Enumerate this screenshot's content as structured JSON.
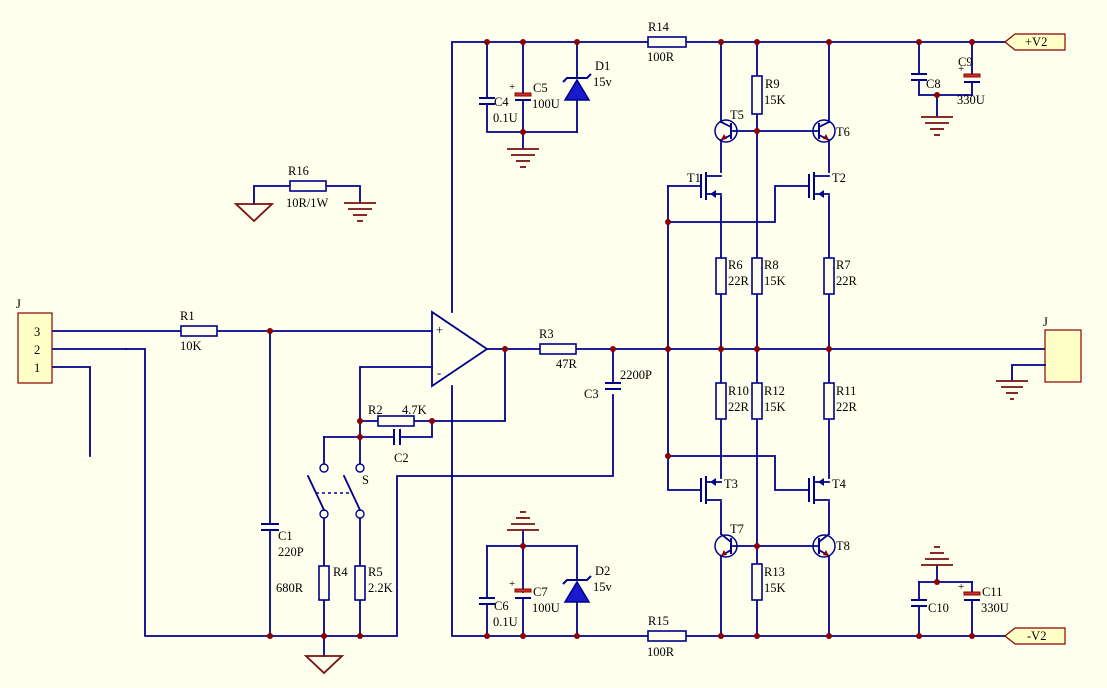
{
  "ports": {
    "vpos": "+V2",
    "vneg": "-V2"
  },
  "connectors": {
    "in": {
      "label": "J",
      "pins": [
        "3",
        "2",
        "1"
      ]
    },
    "out": {
      "label": "J"
    }
  },
  "components": {
    "R1": {
      "ref": "R1",
      "value": "10K"
    },
    "R2": {
      "ref": "R2",
      "value": "4.7K"
    },
    "R3": {
      "ref": "R3",
      "value": "47R"
    },
    "R4": {
      "ref": "R4",
      "value": "680R"
    },
    "R5": {
      "ref": "R5",
      "value": "2.2K"
    },
    "R6": {
      "ref": "R6",
      "value": "22R"
    },
    "R7": {
      "ref": "R7",
      "value": "22R"
    },
    "R8": {
      "ref": "R8",
      "value": "15K"
    },
    "R9": {
      "ref": "R9",
      "value": "15K"
    },
    "R10": {
      "ref": "R10",
      "value": "22R"
    },
    "R11": {
      "ref": "R11",
      "value": "22R"
    },
    "R12": {
      "ref": "R12",
      "value": "15K"
    },
    "R13": {
      "ref": "R13",
      "value": "15K"
    },
    "R14": {
      "ref": "R14",
      "value": "100R"
    },
    "R15": {
      "ref": "R15",
      "value": "100R"
    },
    "R16": {
      "ref": "R16",
      "value": "10R/1W"
    },
    "C1": {
      "ref": "C1",
      "value": "220P"
    },
    "C2": {
      "ref": "C2"
    },
    "C3": {
      "ref": "C3",
      "value": "2200P"
    },
    "C4": {
      "ref": "C4",
      "value": "0.1U"
    },
    "C5": {
      "ref": "C5",
      "value": "100U"
    },
    "C6": {
      "ref": "C6",
      "value": "0.1U"
    },
    "C7": {
      "ref": "C7",
      "value": "100U"
    },
    "C8": {
      "ref": "C8"
    },
    "C9": {
      "ref": "C9",
      "value": "330U"
    },
    "C10": {
      "ref": "C10"
    },
    "C11": {
      "ref": "C11",
      "value": "330U"
    },
    "D1": {
      "ref": "D1",
      "value": "15v"
    },
    "D2": {
      "ref": "D2",
      "value": "15v"
    },
    "T1": {
      "ref": "T1"
    },
    "T2": {
      "ref": "T2"
    },
    "T3": {
      "ref": "T3"
    },
    "T4": {
      "ref": "T4"
    },
    "T5": {
      "ref": "T5"
    },
    "T6": {
      "ref": "T6"
    },
    "T7": {
      "ref": "T7"
    },
    "T8": {
      "ref": "T8"
    },
    "S": {
      "ref": "S"
    }
  },
  "opamp": {
    "plus": "+",
    "minus": "-"
  }
}
